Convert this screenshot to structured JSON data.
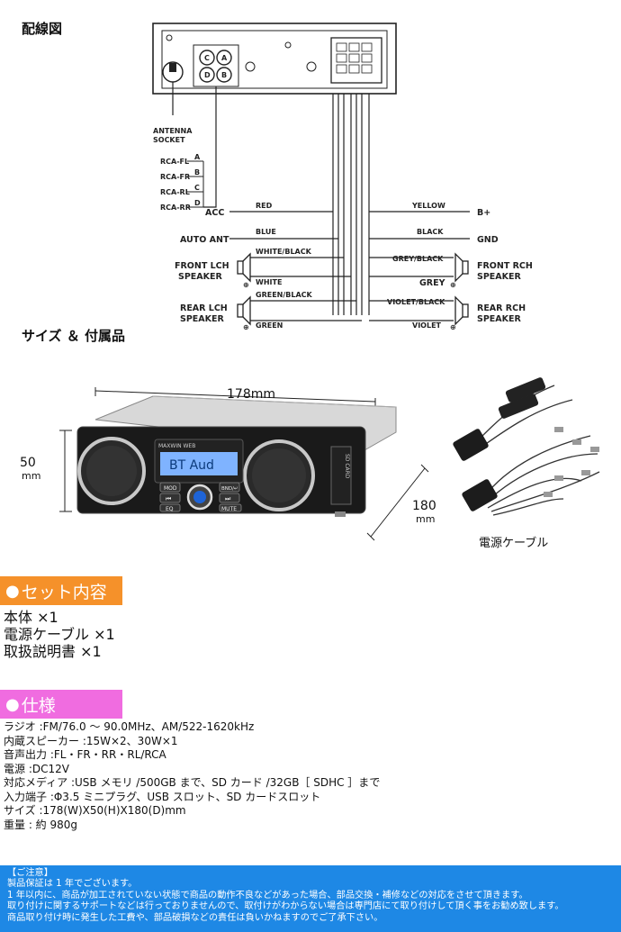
{
  "wiring": {
    "heading": "配線図",
    "antenna_socket": [
      "ANTENNA",
      "SOCKET"
    ],
    "rca": [
      "RCA-FL",
      "RCA-FR",
      "RCA-RL",
      "RCA-RR"
    ],
    "rca_letters": [
      "A",
      "B",
      "C",
      "D"
    ],
    "connector_letters": [
      "C",
      "A",
      "D",
      "B"
    ],
    "left_labels": [
      "ACC",
      "AUTO ANT"
    ],
    "right_labels": [
      "B+",
      "GND"
    ],
    "wire_colors_left": [
      "RED",
      "BLUE",
      "WHITE/BLACK",
      "WHITE",
      "GREEN/BLACK",
      "GREEN"
    ],
    "wire_colors_right": [
      "YELLOW",
      "BLACK",
      "GREY/BLACK",
      "GREY",
      "VIOLET/BLACK",
      "VIOLET"
    ],
    "speakers_left": [
      [
        "FRONT LCH",
        "SPEAKER"
      ],
      [
        "REAR LCH",
        "SPEAKER"
      ]
    ],
    "speakers_right": [
      [
        "FRONT RCH",
        "SPEAKER"
      ],
      [
        "REAR RCH",
        "SPEAKER"
      ]
    ]
  },
  "size": {
    "heading": "サイズ ＆ 付属品",
    "width_label": "178mm",
    "height_label": [
      "50",
      "mm"
    ],
    "depth_label": [
      "180",
      "mm"
    ],
    "display_text": "BT Aud",
    "brand": "MAXWIN WEB",
    "sd_card": "SD CARD",
    "buttons": [
      "MOD",
      "BND/↵",
      "⏮",
      "⏭",
      "EQ",
      "MUTE"
    ],
    "cable_caption": "電源ケーブル"
  },
  "set_contents": {
    "title": "セット内容",
    "items": [
      "本体 ×1",
      "電源ケーブル ×1",
      "取扱説明書 ×1"
    ]
  },
  "specs": {
    "title": "仕様",
    "items": [
      "ラジオ :FM/76.0 〜 90.0MHz、AM/522-1620kHz",
      "内蔵スピーカー :15W×2、30W×1",
      "音声出力 :FL・FR・RR・RL/RCA",
      "電源 :DC12V",
      "対応メディア :USB メモリ /500GB まで、SD カード /32GB［ SDHC ］まで",
      "入力端子 :Φ3.5 ミニプラグ、USB スロット、SD カードスロット",
      "サイズ :178(W)X50(H)X180(D)mm",
      "重量 : 約 980g"
    ]
  },
  "notice": {
    "lines": [
      "【ご注意】",
      "製品保証は 1 年でございます。",
      "1 年以内に、商品が加工されていない状態で商品の動作不良などがあった場合、部品交換・補修などの対応をさせて頂きます。",
      "取り付けに関するサポートなどは行っておりませんので、取付けがわからない場合は専門店にて取り付けして頂く事をお勧め致します。",
      "商品取り付け時に発生した工費や、部品破損などの責任は負いかねますのでご了承下さい。"
    ]
  },
  "colors": {
    "orange": "#f5912a",
    "pink": "#f06ce0",
    "blue": "#1e88e5",
    "lcd": "#7fb3ff"
  }
}
